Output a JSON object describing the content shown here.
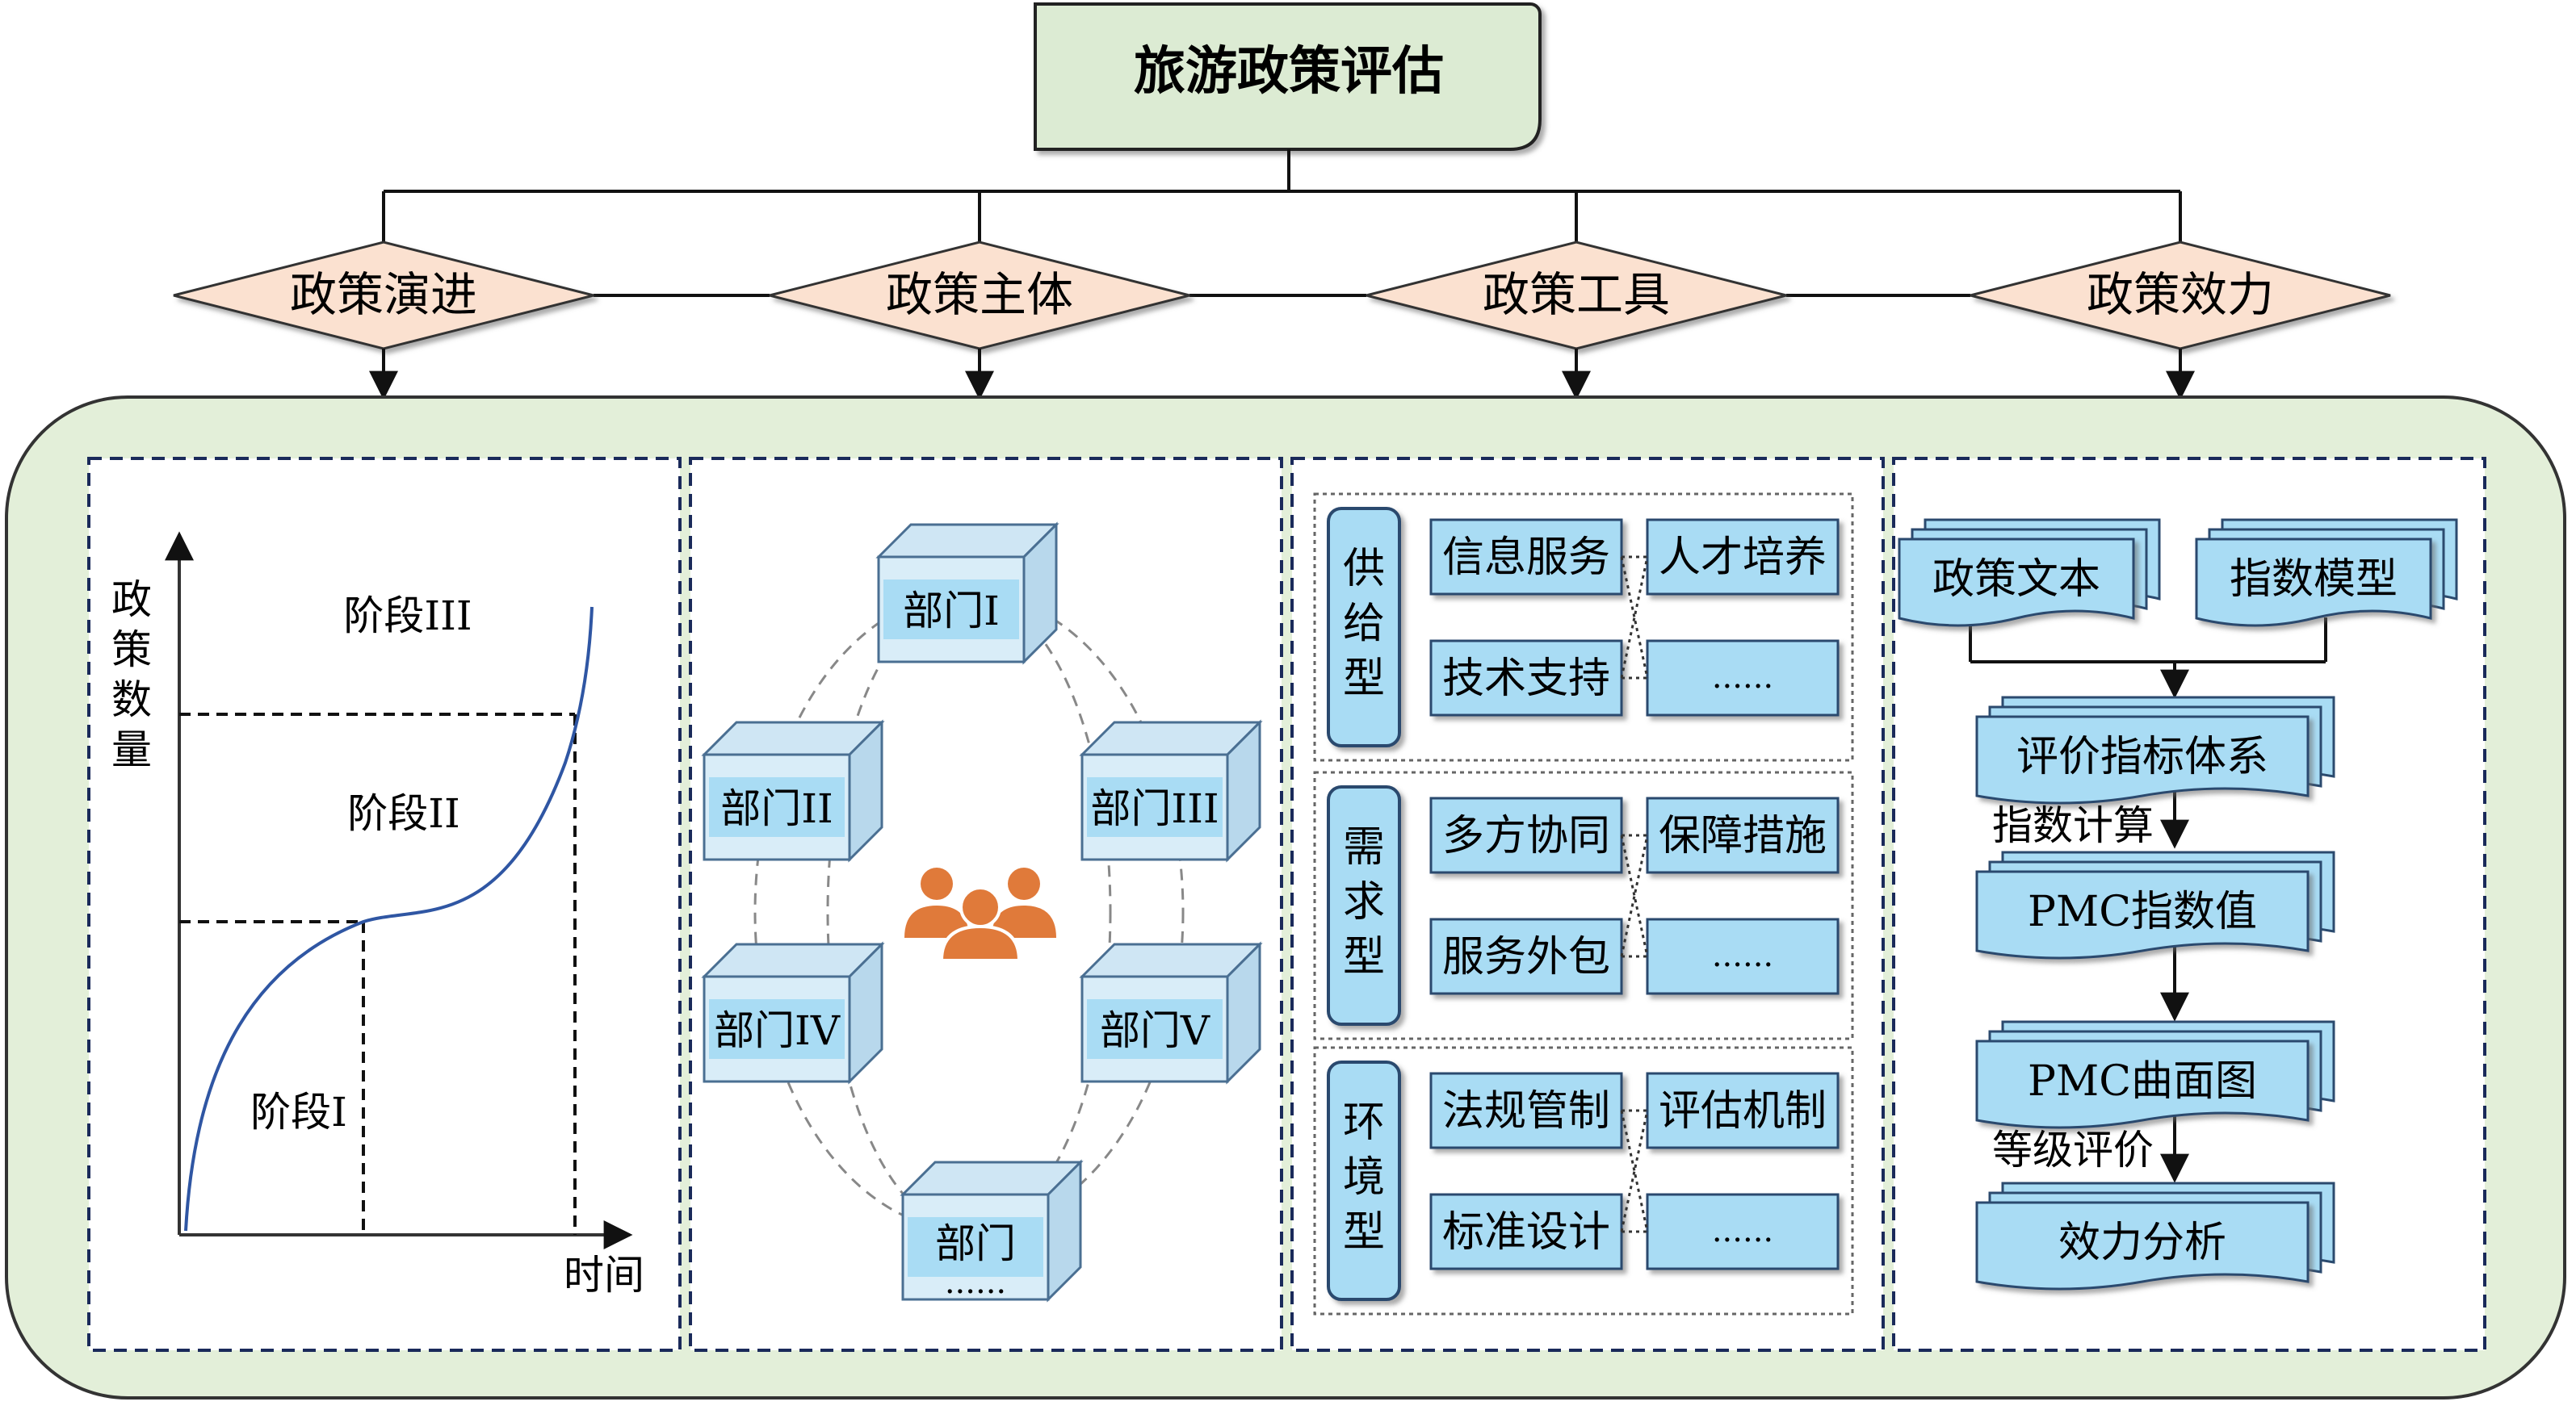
{
  "title": "旅游政策评估",
  "categories": [
    "政策演进",
    "政策主体",
    "政策工具",
    "政策效力"
  ],
  "evolution": {
    "y_axis_label": [
      "政",
      "策",
      "数",
      "量"
    ],
    "x_axis_label": "时间",
    "stages": [
      "阶段III",
      "阶段II",
      "阶段I"
    ]
  },
  "actors": {
    "departments": [
      "部门I",
      "部门II",
      "部门III",
      "部门IV",
      "部门V",
      "部门",
      "......"
    ],
    "center_icon": "people-group-icon",
    "center_icon_color": "#e07a3a"
  },
  "tools": {
    "groups": [
      {
        "label": [
          "供",
          "给",
          "型"
        ],
        "items": [
          "信息服务",
          "人才培养",
          "技术支持",
          "......"
        ]
      },
      {
        "label": [
          "需",
          "求",
          "型"
        ],
        "items": [
          "多方协同",
          "保障措施",
          "服务外包",
          "......"
        ]
      },
      {
        "label": [
          "环",
          "境",
          "型"
        ],
        "items": [
          "法规管制",
          "评估机制",
          "标准设计",
          "......"
        ]
      }
    ]
  },
  "effect": {
    "inputs": [
      "政策文本",
      "指数模型"
    ],
    "steps": [
      "评价指标体系",
      "PMC指数值",
      "PMC曲面图",
      "效力分析"
    ],
    "step_labels": [
      "指数计算",
      "等级评价"
    ]
  },
  "colors": {
    "title_fill": "#dcebd3",
    "diamond_fill": "#fbe1d0",
    "panel_fill": "#e3efd9",
    "box_fill": "#a9dcf4",
    "curve": "#2f56a3"
  }
}
